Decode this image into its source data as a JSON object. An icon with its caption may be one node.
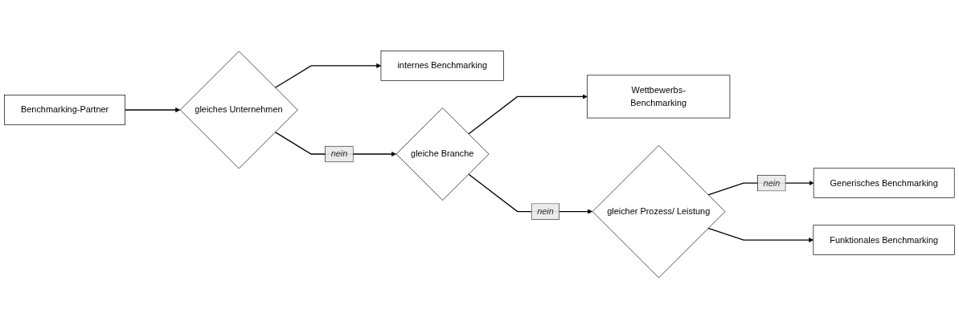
{
  "diagram": {
    "nodes": [
      {
        "text": [
          "Benchmarking-Partner"
        ]
      },
      {
        "text": [
          "gleiches Unternehmen"
        ]
      },
      {
        "text": [
          "internes Benchmarking"
        ]
      },
      {
        "text": [
          "gleiche Branche"
        ]
      },
      {
        "text": [
          "Wettbewerbs-Benchmarking"
        ]
      },
      {
        "text": [
          "gleicher Prozess/ Leistung"
        ]
      },
      {
        "text": [
          "Funktionales Benchmarking"
        ]
      },
      {
        "text": [
          "Generisches Benchmarking"
        ]
      }
    ],
    "edges": [
      {
        "from": 0,
        "to": 1,
        "arrow": "to"
      },
      {
        "from": 1,
        "to": 3,
        "arrow": "to",
        "label": "nein"
      },
      {
        "from": 1,
        "to": 2,
        "arrow": "to"
      },
      {
        "from": 3,
        "to": 5,
        "arrow": "to",
        "label": "nein"
      },
      {
        "from": 3,
        "to": 4,
        "arrow": "to"
      },
      {
        "from": 5,
        "to": 7,
        "arrow": "to",
        "label": "nein"
      },
      {
        "from": 5,
        "to": 6,
        "arrow": "to"
      }
    ]
  }
}
